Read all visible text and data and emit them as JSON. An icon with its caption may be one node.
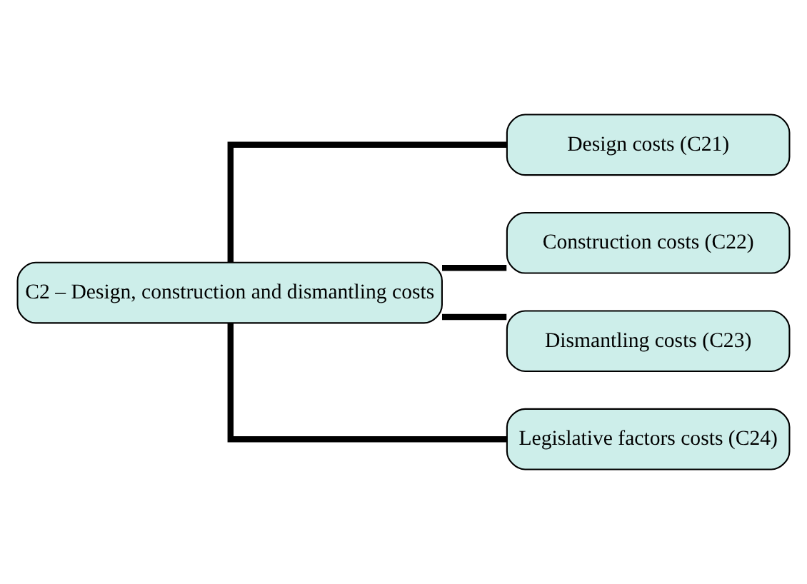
{
  "diagram": {
    "nodes": [
      {
        "text": [
          "C2 – Design, construction and dismantling costs"
        ]
      },
      {
        "text": [
          "Design costs (C21)"
        ]
      },
      {
        "text": [
          "Construction costs (C22)"
        ]
      },
      {
        "text": [
          "Dismantling costs (C23)"
        ]
      },
      {
        "text": [
          "Legislative factors costs (C24)"
        ]
      }
    ],
    "edges": [
      {
        "from": 0,
        "to": 1,
        "arrow": "none"
      },
      {
        "from": 0,
        "to": 2,
        "arrow": "none"
      },
      {
        "from": 0,
        "to": 3,
        "arrow": "none"
      },
      {
        "from": 0,
        "to": 4,
        "arrow": "none"
      }
    ]
  }
}
